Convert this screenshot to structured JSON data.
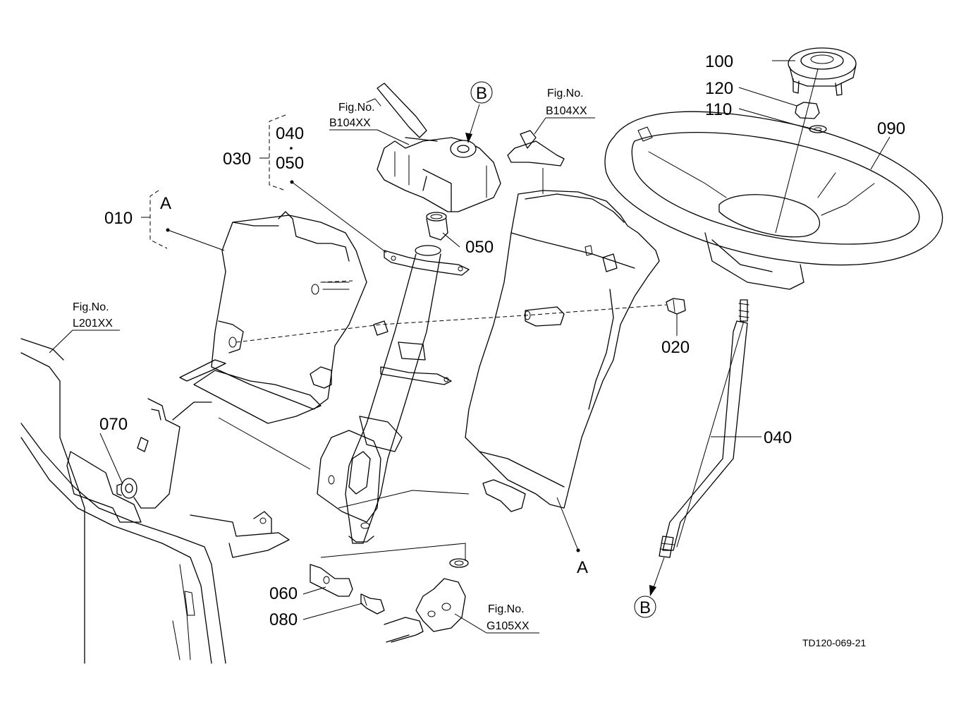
{
  "parts": {
    "p010": "010",
    "p020": "020",
    "p030": "030",
    "p040_group": "040",
    "p050_group": "050",
    "p040": "040",
    "p050": "050",
    "p060": "060",
    "p070": "070",
    "p080": "080",
    "p090": "090",
    "p100": "100",
    "p110": "110",
    "p120": "120"
  },
  "refs": {
    "A_group": "A",
    "A_bottom": "A",
    "B_top": "B",
    "B_bottom": "B"
  },
  "figures": {
    "fig1": {
      "label": "Fig.No.",
      "code": "B104XX"
    },
    "fig2": {
      "label": "Fig.No.",
      "code": "B104XX"
    },
    "fig3": {
      "label": "Fig.No.",
      "code": "L201XX"
    },
    "fig4": {
      "label": "Fig.No.",
      "code": "G105XX"
    }
  },
  "drawing_code": "TD120-069-21"
}
